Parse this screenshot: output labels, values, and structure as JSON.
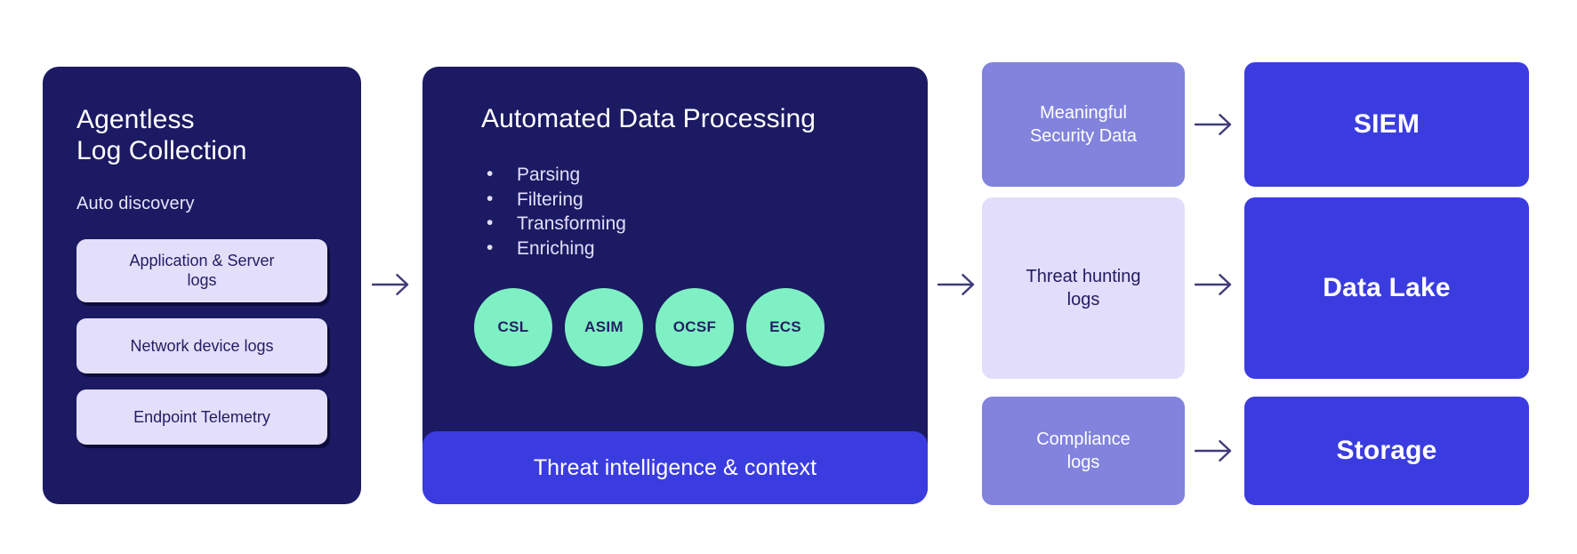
{
  "diagram": {
    "colors": {
      "panel_navy": "#1b1a62",
      "pill_lavender": "#e3dffa",
      "royal_blue": "#3b3ce0",
      "mint": "#7ff0c4",
      "periwinkle": "#8183dd",
      "pale_lavender": "#e1ddfb",
      "arrow": "#3f3c7a",
      "background": "#ffffff"
    },
    "collection": {
      "title": "Agentless\nLog Collection",
      "subtitle": "Auto discovery",
      "sources": [
        {
          "label": "Application & Server\nlogs"
        },
        {
          "label": "Network device logs"
        },
        {
          "label": "Endpoint Telemetry"
        }
      ]
    },
    "processing": {
      "title": "Automated Data Processing",
      "steps": [
        {
          "label": "Parsing"
        },
        {
          "label": "Filtering"
        },
        {
          "label": "Transforming"
        },
        {
          "label": "Enriching"
        }
      ],
      "schemas": [
        {
          "label": "CSL"
        },
        {
          "label": "ASIM"
        },
        {
          "label": "OCSF"
        },
        {
          "label": "ECS"
        }
      ],
      "footer": "Threat intelligence & context"
    },
    "outputs": [
      {
        "label": "Meaningful\nSecurity Data"
      },
      {
        "label": "Threat hunting\nlogs"
      },
      {
        "label": "Compliance\nlogs"
      }
    ],
    "destinations": [
      {
        "label": "SIEM"
      },
      {
        "label": "Data Lake"
      },
      {
        "label": "Storage"
      }
    ],
    "arrows": [
      {
        "name": "arrow-collection-to-processing"
      },
      {
        "name": "arrow-processing-to-outputs"
      },
      {
        "name": "arrow-output-0-to-siem"
      },
      {
        "name": "arrow-output-1-to-data-lake"
      },
      {
        "name": "arrow-output-2-to-storage"
      }
    ]
  }
}
